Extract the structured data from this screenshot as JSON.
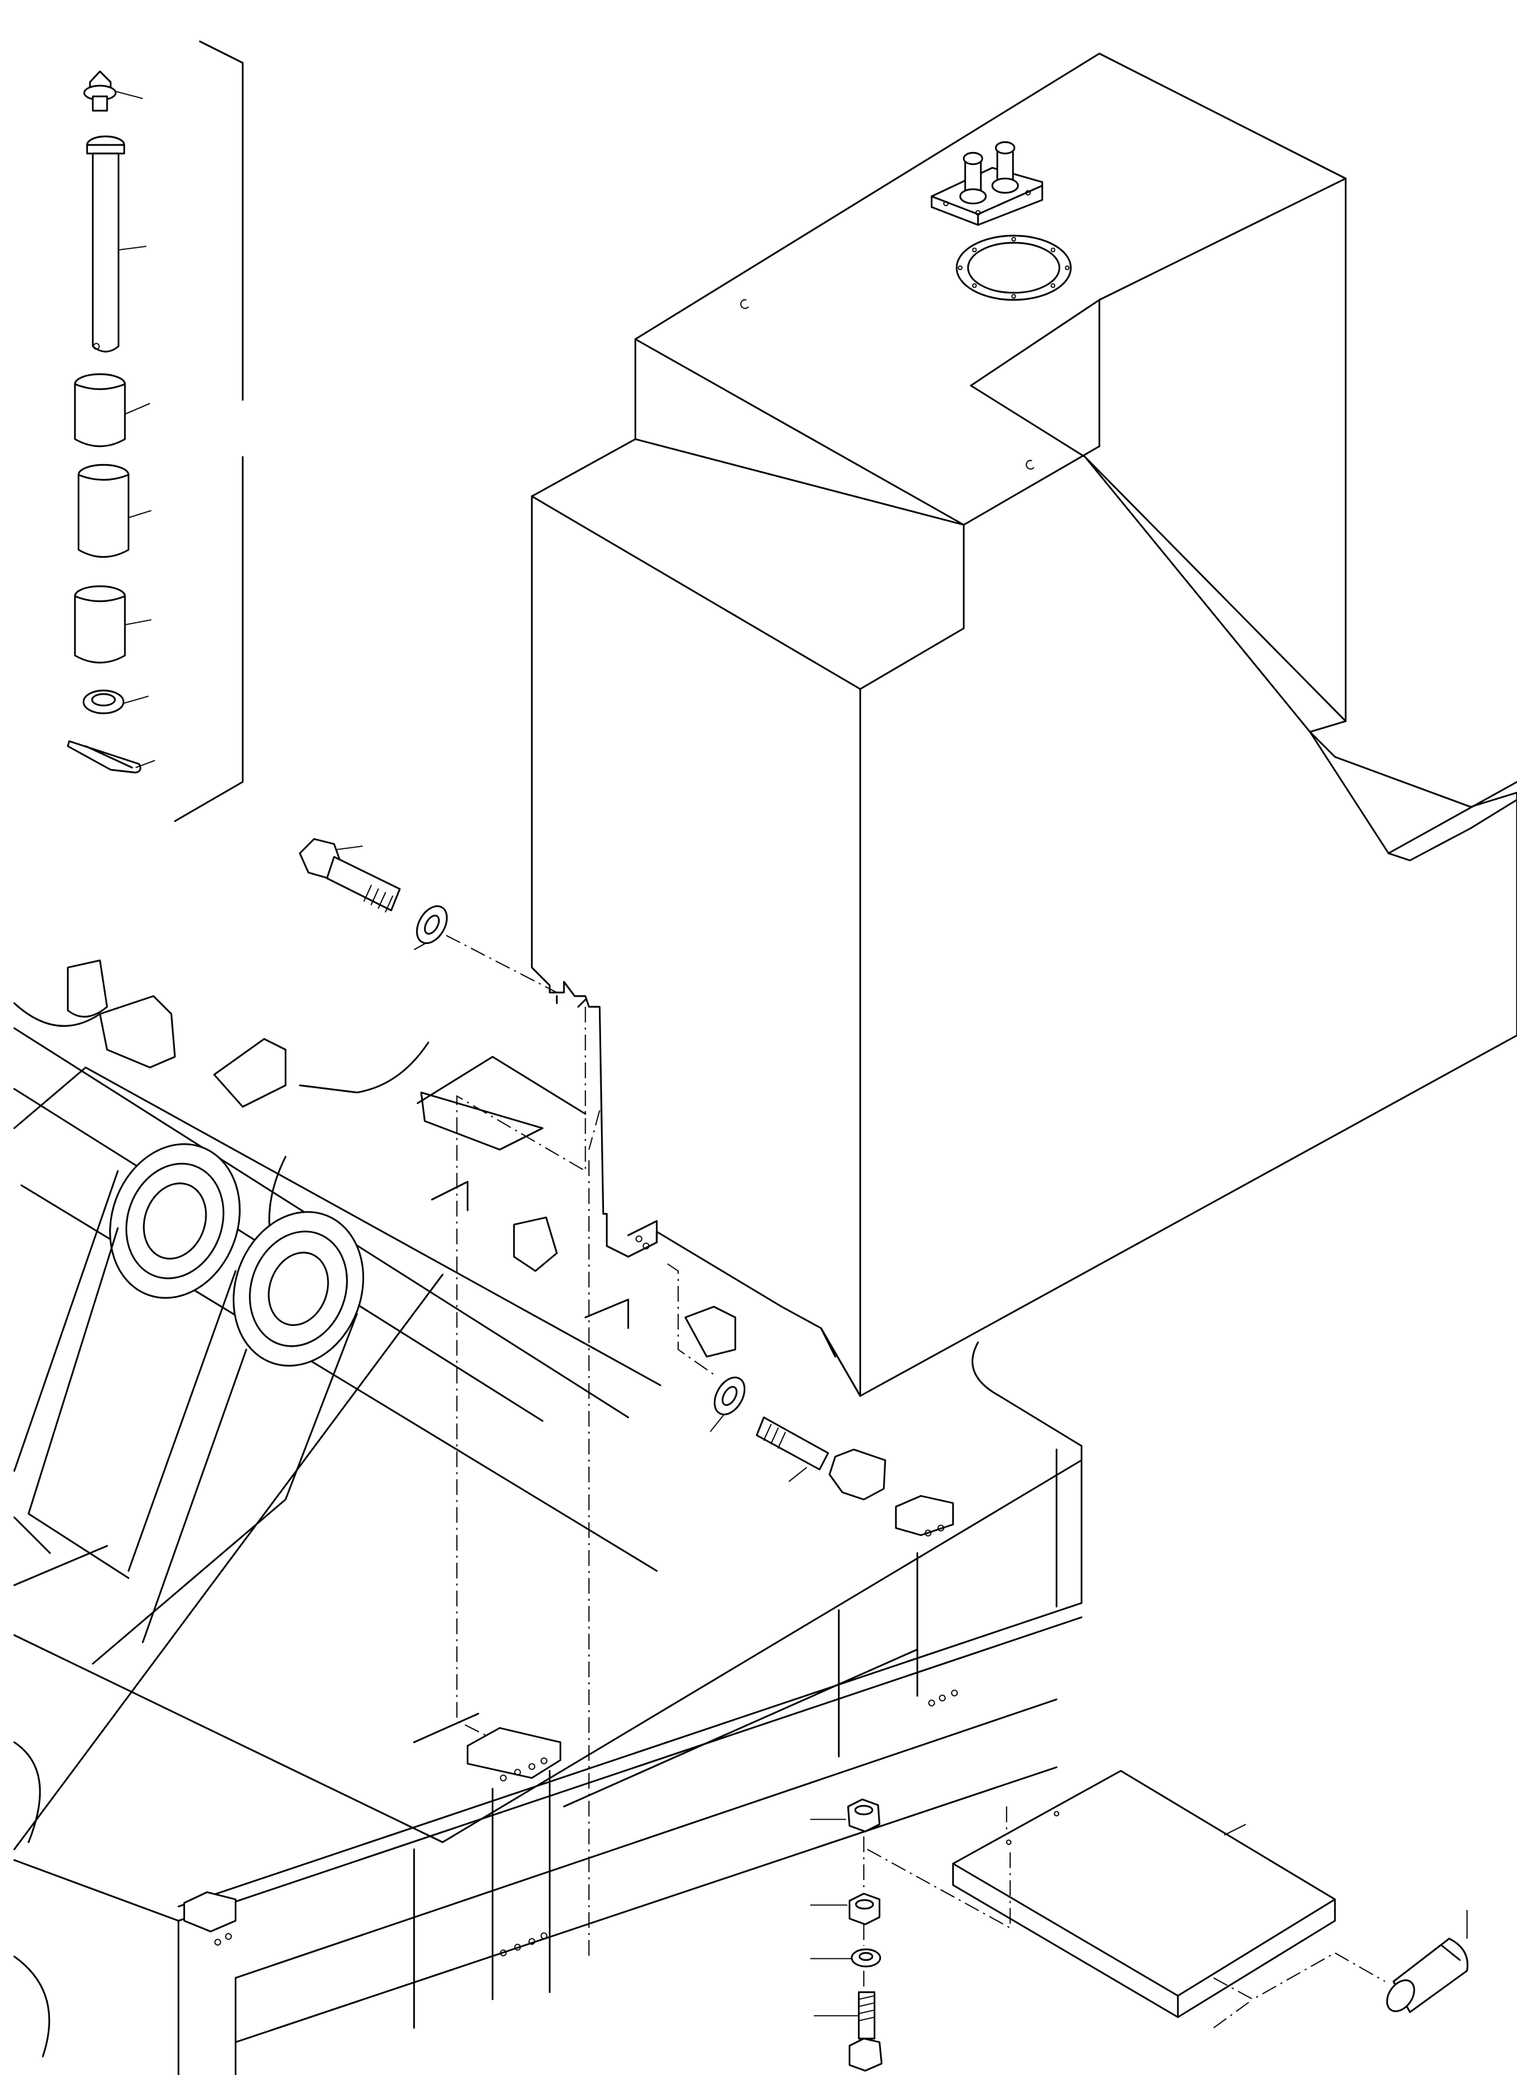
{
  "figure": {
    "type": "exploded parts diagram",
    "style": "black line art on white",
    "callout_labels_visible": false
  },
  "components": {
    "tank": "fuel-tank",
    "tank_top": [
      "sender-plate",
      "filler-ring"
    ],
    "pin_kit": [
      "grease-fitting",
      "pivot-pin",
      "bushing-upper",
      "bushing-middle",
      "bushing-lower",
      "thrust-washer",
      "cotter-pin"
    ],
    "tank_bolts": [
      "hex-bolt-upper",
      "washer-upper",
      "hex-bolt-lower",
      "washer-lower"
    ],
    "cover_hardware": [
      "lock-nut-upper",
      "lock-nut-lower",
      "flat-washer",
      "hex-bolt-bottom"
    ],
    "cover": "access-cover-plate",
    "cover_pin": "cylindrical-pin",
    "frame": "revolving-frame"
  }
}
